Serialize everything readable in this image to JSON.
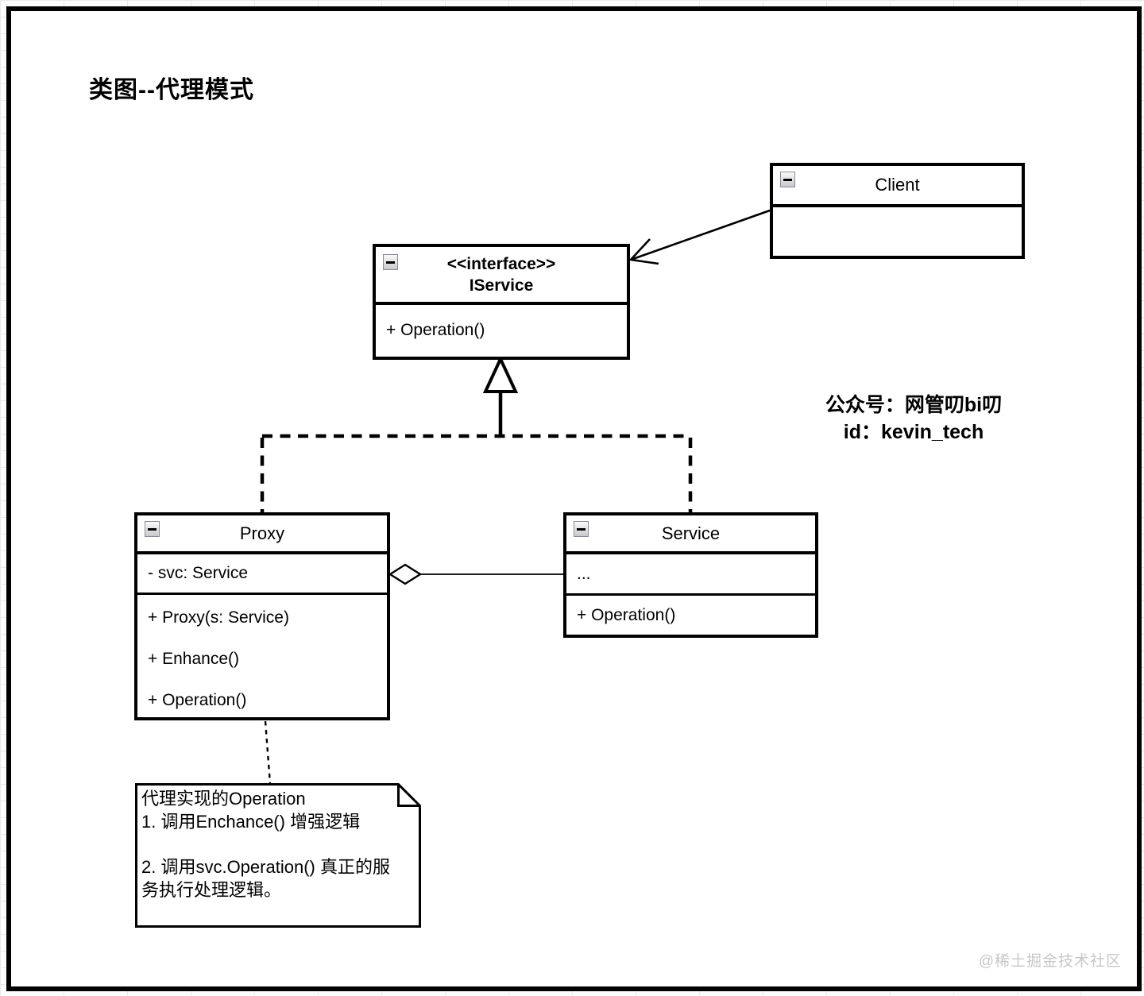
{
  "title": "类图--代理模式",
  "icons": {
    "collapse": "minus-square"
  },
  "classes": {
    "client": {
      "name": "Client"
    },
    "iservice": {
      "stereotype": "<<interface>>",
      "name": "IService",
      "methods": [
        "+ Operation()"
      ]
    },
    "proxy": {
      "name": "Proxy",
      "attributes": [
        "- svc: Service"
      ],
      "methods": [
        "+ Proxy(s: Service)",
        "+ Enhance()",
        "+ Operation()"
      ]
    },
    "service": {
      "name": "Service",
      "attributes": [
        "..."
      ],
      "methods": [
        "+ Operation()"
      ]
    }
  },
  "note": {
    "lines": [
      "代理实现的Operation",
      "1. 调用Enchance() 增强逻辑",
      "2. 调用svc.Operation() 真正的服务执行处理逻辑。"
    ]
  },
  "relationships": [
    {
      "from": "Client",
      "to": "IService",
      "type": "association"
    },
    {
      "from": "Proxy",
      "to": "IService",
      "type": "realization"
    },
    {
      "from": "Service",
      "to": "IService",
      "type": "realization"
    },
    {
      "from": "Proxy",
      "to": "Service",
      "type": "aggregation"
    },
    {
      "from": "Proxy",
      "to": "note",
      "type": "note-link"
    }
  ],
  "watermark": {
    "account_line": "公众号：网管叨bi叨",
    "id_line": "id：kevin_tech"
  },
  "footer": {
    "brand": "@稀土掘金技术社区"
  }
}
